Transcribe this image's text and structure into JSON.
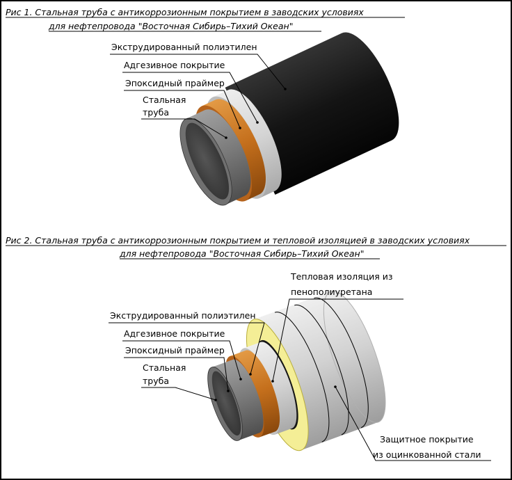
{
  "figure1": {
    "caption_line1": "Рис 1. Стальная труба с антикоррозионным покрытием в заводских условиях",
    "caption_line2": "для нефтепровода \"Восточная Сибирь–Тихий Океан\"",
    "labels": {
      "pe": "Экструдированный полиэтилен",
      "adhesive": "Адгезивное покрытие",
      "primer": "Эпоксидный праймер",
      "steel_line1": "Стальная",
      "steel_line2": "труба"
    }
  },
  "figure2": {
    "caption_line1": "Рис 2. Стальная труба с антикоррозионным покрытием и тепловой изоляцией в заводских условиях",
    "caption_line2": "для нефтепровода \"Восточная Сибирь–Тихий Океан\"",
    "labels": {
      "insulation_line1": "Тепловая изоляция из",
      "insulation_line2": "пенополиуретана",
      "pe": "Экструдированный полиэтилен",
      "adhesive": "Адгезивное покрытие",
      "primer": "Эпоксидный праймер",
      "steel_line1": "Стальная",
      "steel_line2": "труба",
      "jacket_line1": "Защитное покрытие",
      "jacket_line2": "из оцинкованной стали"
    }
  },
  "colors": {
    "polyethylene": "#1c1c1c",
    "adhesive": "#d6d6d6",
    "primer": "#c8741e",
    "steel": "#7a7a7a",
    "insulation": "#f4ee96",
    "jacket": "#c9c9c9"
  }
}
